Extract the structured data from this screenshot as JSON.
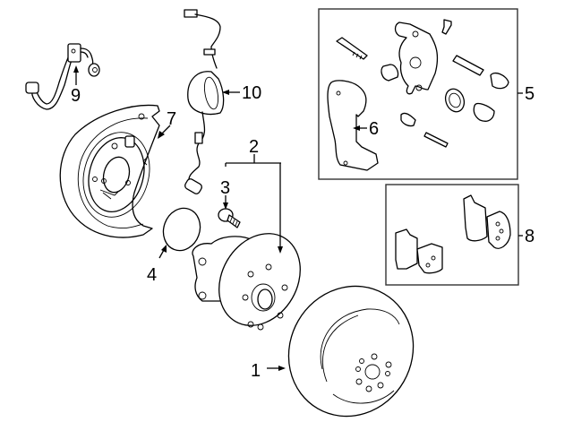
{
  "diagram": {
    "type": "exploded parts diagram",
    "callouts": [
      {
        "id": "1",
        "label": "1",
        "part": "rotor"
      },
      {
        "id": "2",
        "label": "2",
        "part": "hub-bearing-assembly"
      },
      {
        "id": "3",
        "label": "3",
        "part": "hub-bolt"
      },
      {
        "id": "4",
        "label": "4",
        "part": "o-ring"
      },
      {
        "id": "5",
        "label": "5",
        "part": "caliper-assembly"
      },
      {
        "id": "6",
        "label": "6",
        "part": "caliper-support"
      },
      {
        "id": "7",
        "label": "7",
        "part": "backing-plate"
      },
      {
        "id": "8",
        "label": "8",
        "part": "brake-pads"
      },
      {
        "id": "9",
        "label": "9",
        "part": "brake-hose"
      },
      {
        "id": "10",
        "label": "10",
        "part": "abs-sensor"
      }
    ]
  },
  "colors": {
    "line": "#000000",
    "background": "#ffffff",
    "box": "#333333"
  }
}
